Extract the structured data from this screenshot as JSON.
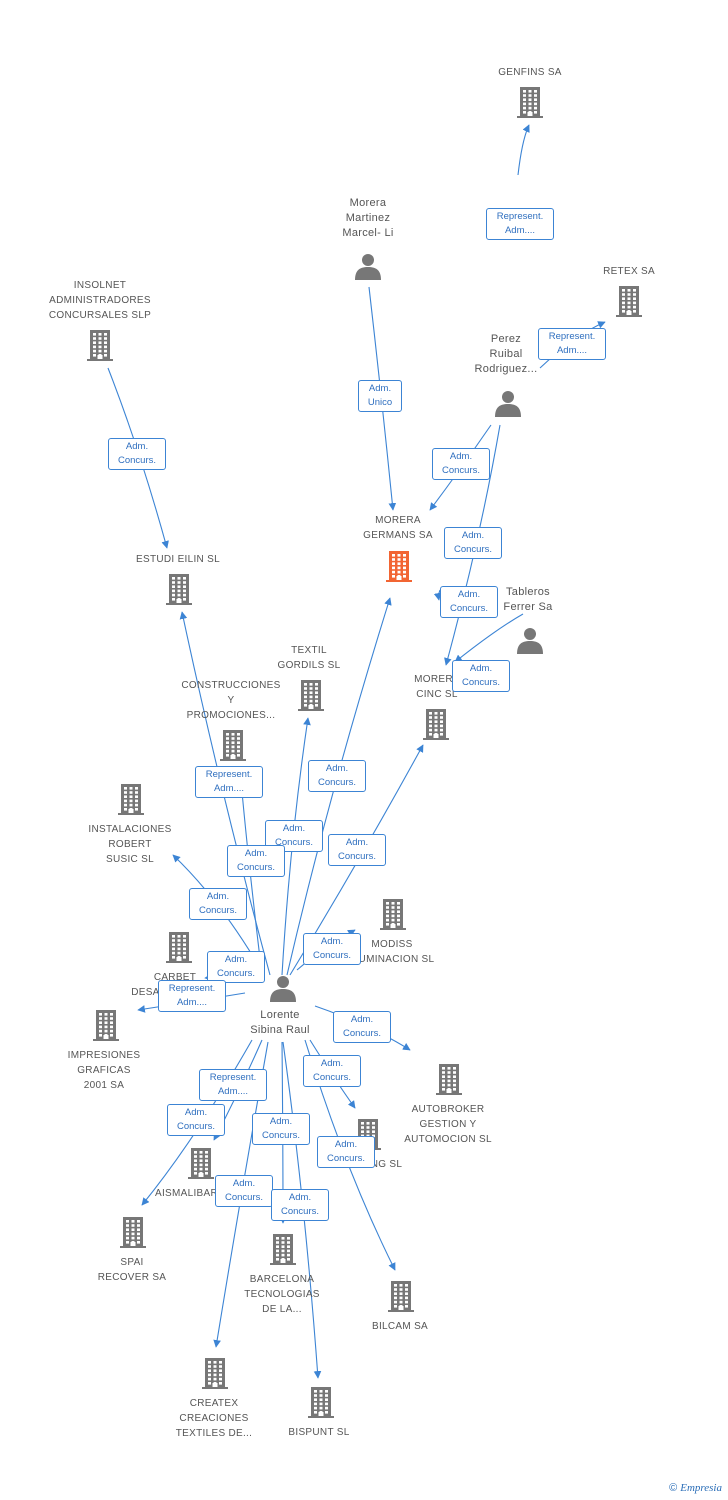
{
  "colors": {
    "edge": "#3c84d4",
    "node": "#777777",
    "focus": "#f26533",
    "label": "#555555",
    "edge_label_text": "#2f6fbf"
  },
  "nodes": [
    {
      "id": "genfins",
      "type": "company",
      "lines": [
        "GENFINS SA"
      ]
    },
    {
      "id": "morera_marcel",
      "type": "person",
      "lines": [
        "Morera",
        "Martinez",
        "Marcel- Li"
      ]
    },
    {
      "id": "retex",
      "type": "company",
      "lines": [
        "RETEX SA"
      ]
    },
    {
      "id": "insolnet",
      "type": "company",
      "lines": [
        "INSOLNET",
        "ADMINISTRADORES",
        "CONCURSALES SLP"
      ]
    },
    {
      "id": "perez",
      "type": "person",
      "lines": [
        "Perez",
        "Ruibal",
        "Rodriguez..."
      ]
    },
    {
      "id": "morera_germans",
      "type": "company",
      "focus": true,
      "lines": [
        "MORERA",
        "GERMANS SA"
      ]
    },
    {
      "id": "estudi_eilin",
      "type": "company",
      "lines": [
        "ESTUDI EILIN SL"
      ]
    },
    {
      "id": "tableros",
      "type": "person",
      "lines": [
        "Tableros",
        "Ferrer Sa"
      ]
    },
    {
      "id": "textil_gordils",
      "type": "company",
      "lines": [
        "TEXTIL",
        "GORDILS SL"
      ]
    },
    {
      "id": "morera_cinc",
      "type": "company",
      "lines": [
        "MORERA",
        "CINC SL"
      ]
    },
    {
      "id": "construcciones",
      "type": "company",
      "lines": [
        "CONSTRUCCIONES",
        "Y",
        "PROMOCIONES..."
      ]
    },
    {
      "id": "instalaciones",
      "type": "company",
      "lines": [
        "INSTALACIONES",
        "ROBERT",
        "SUSIC SL"
      ]
    },
    {
      "id": "modiss",
      "type": "company",
      "lines": [
        "MODISS",
        "ILUMINACION SL"
      ]
    },
    {
      "id": "carbet",
      "type": "company",
      "lines": [
        "CARBET",
        "DESARROLLOS..."
      ]
    },
    {
      "id": "lorente",
      "type": "person",
      "lines": [
        "Lorente",
        "Sibina Raul"
      ]
    },
    {
      "id": "impresiones",
      "type": "company",
      "lines": [
        "IMPRESIONES",
        "GRAFICAS",
        "2001 SA"
      ]
    },
    {
      "id": "autobroker",
      "type": "company",
      "lines": [
        "AUTOBROKER",
        "GESTION Y",
        "AUTOMOCION SL"
      ]
    },
    {
      "id": "aismalibar",
      "type": "company",
      "lines": [
        "AISMALIBAR SA"
      ]
    },
    {
      "id": "bng",
      "type": "company",
      "lines": [
        "BNG SL"
      ]
    },
    {
      "id": "spai",
      "type": "company",
      "lines": [
        "SPAI",
        "RECOVER SA"
      ]
    },
    {
      "id": "barcelona_tec",
      "type": "company",
      "lines": [
        "BARCELONA",
        "TECNOLOGIAS",
        "DE LA..."
      ]
    },
    {
      "id": "bilcam",
      "type": "company",
      "lines": [
        "BILCAM SA"
      ]
    },
    {
      "id": "createx",
      "type": "company",
      "lines": [
        "CREATEX",
        "CREACIONES",
        "TEXTILES DE..."
      ]
    },
    {
      "id": "bispunt",
      "type": "company",
      "lines": [
        "BISPUNT SL"
      ]
    }
  ],
  "edge_labels": [
    {
      "id": "e_genfins",
      "lines": [
        "Represent.",
        "Adm...."
      ]
    },
    {
      "id": "e_retex",
      "lines": [
        "Represent.",
        "Adm...."
      ]
    },
    {
      "id": "e_marcel",
      "lines": [
        "Adm.",
        "Unico"
      ]
    },
    {
      "id": "e_insolnet",
      "lines": [
        "Adm.",
        "Concurs."
      ]
    },
    {
      "id": "e_perez_germans",
      "lines": [
        "Adm.",
        "Concurs."
      ]
    },
    {
      "id": "e_perez_cinc",
      "lines": [
        "Adm.",
        "Concurs."
      ]
    },
    {
      "id": "e_tableros",
      "lines": [
        "Adm.",
        "Concurs."
      ]
    },
    {
      "id": "e_cinc_in",
      "lines": [
        "Adm.",
        "Concurs."
      ]
    },
    {
      "id": "e_l_germans",
      "lines": [
        "Adm.",
        "Concurs."
      ]
    },
    {
      "id": "e_l_estudi",
      "lines": [
        "Represent.",
        "Adm...."
      ]
    },
    {
      "id": "e_l_textil",
      "lines": [
        "Adm.",
        "Concurs."
      ]
    },
    {
      "id": "e_l_construc",
      "lines": [
        "Adm.",
        "Concurs."
      ]
    },
    {
      "id": "e_l_cinc",
      "lines": [
        "Adm.",
        "Concurs."
      ]
    },
    {
      "id": "e_l_instal",
      "lines": [
        "Adm.",
        "Concurs."
      ]
    },
    {
      "id": "e_l_modiss",
      "lines": [
        "Adm.",
        "Concurs."
      ]
    },
    {
      "id": "e_l_carbet",
      "lines": [
        "Adm.",
        "Concurs."
      ]
    },
    {
      "id": "e_l_impres",
      "lines": [
        "Represent.",
        "Adm...."
      ]
    },
    {
      "id": "e_l_autob",
      "lines": [
        "Adm.",
        "Concurs."
      ]
    },
    {
      "id": "e_l_bng",
      "lines": [
        "Adm.",
        "Concurs."
      ]
    },
    {
      "id": "e_l_aismal",
      "lines": [
        "Represent.",
        "Adm...."
      ]
    },
    {
      "id": "e_l_spai",
      "lines": [
        "Adm.",
        "Concurs."
      ]
    },
    {
      "id": "e_l_barcel",
      "lines": [
        "Adm.",
        "Concurs."
      ]
    },
    {
      "id": "e_l_bilcam",
      "lines": [
        "Adm.",
        "Concurs."
      ]
    },
    {
      "id": "e_l_createx",
      "lines": [
        "Adm.",
        "Concurs."
      ]
    },
    {
      "id": "e_l_bispunt",
      "lines": [
        "Adm.",
        "Concurs."
      ]
    }
  ],
  "footer": {
    "copyright": "©",
    "brand": "Empresia"
  }
}
